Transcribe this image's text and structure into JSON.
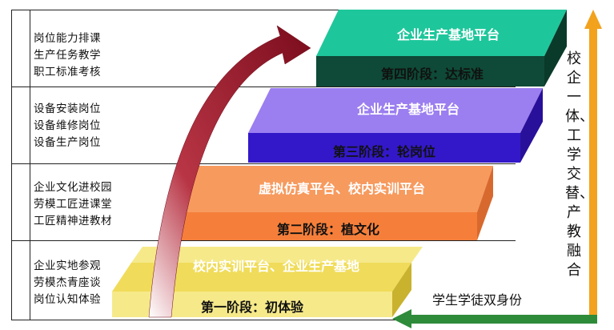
{
  "stages": [
    {
      "step": "第一阶段：初体验",
      "platform": "校内实训平台、企业生产基地",
      "side": [
        "企业实地参观",
        "劳模杰青座谈",
        "岗位认知体验"
      ]
    },
    {
      "step": "第二阶段：植文化",
      "platform": "虚拟仿真平台、校内实训平台",
      "side": [
        "企业文化进校园",
        "劳模工匠进课堂",
        "工匠精神进教材"
      ]
    },
    {
      "step": "第三阶段：轮岗位",
      "platform": "企业生产基地平台",
      "side": [
        "设备安装岗位",
        "设备维修岗位",
        "设备生产岗位"
      ]
    },
    {
      "step": "第四阶段：达标准",
      "platform": "企业生产基地平台",
      "side": [
        "岗位能力排课",
        "生产任务教学",
        "职工标准考核"
      ]
    }
  ],
  "right_label": "校企一体、工学交替、产教融合",
  "bottom_label": "学生学徒双身份",
  "colors": {
    "stage1": "#f0dc5a",
    "stage2": "#f79a5e",
    "stage3": "#9b7ef0",
    "stage4": "#1ec79b",
    "arrow_red": "#8b1020",
    "arrow_orange": "#f2a21c",
    "arrow_green": "#2e8b3a"
  }
}
